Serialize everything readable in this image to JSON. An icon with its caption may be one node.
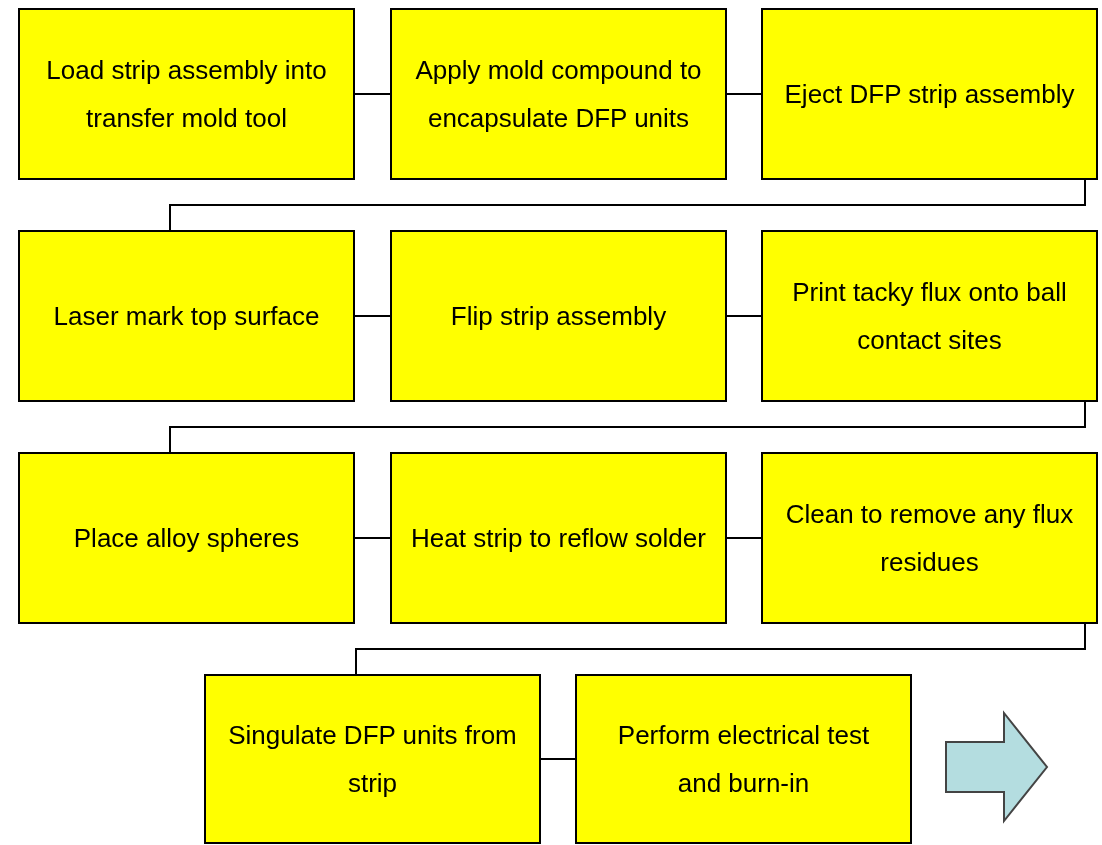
{
  "diagram": {
    "nodes": [
      {
        "text": [
          "Load strip assembly into transfer mold tool"
        ]
      },
      {
        "text": [
          "Apply mold compound to encapsulate DFP units"
        ]
      },
      {
        "text": [
          "Eject DFP strip assembly"
        ]
      },
      {
        "text": [
          "Laser mark top surface"
        ]
      },
      {
        "text": [
          "Flip strip assembly"
        ]
      },
      {
        "text": [
          "Print tacky flux onto ball contact sites"
        ]
      },
      {
        "text": [
          "Place alloy spheres"
        ]
      },
      {
        "text": [
          "Heat strip to reflow solder"
        ]
      },
      {
        "text": [
          "Clean to remove any flux residues"
        ]
      },
      {
        "text": [
          "Singulate DFP units from strip"
        ]
      },
      {
        "text": [
          "Perform electrical test and burn-in"
        ]
      }
    ],
    "edges": [
      {
        "from": 0,
        "to": 1,
        "arrow": "none"
      },
      {
        "from": 1,
        "to": 2,
        "arrow": "none"
      },
      {
        "from": 2,
        "to": 3,
        "arrow": "none"
      },
      {
        "from": 3,
        "to": 4,
        "arrow": "none"
      },
      {
        "from": 4,
        "to": 5,
        "arrow": "none"
      },
      {
        "from": 5,
        "to": 6,
        "arrow": "none"
      },
      {
        "from": 6,
        "to": 7,
        "arrow": "none"
      },
      {
        "from": 7,
        "to": 8,
        "arrow": "none"
      },
      {
        "from": 8,
        "to": 9,
        "arrow": "none"
      },
      {
        "from": 9,
        "to": 10,
        "arrow": "none"
      }
    ]
  }
}
